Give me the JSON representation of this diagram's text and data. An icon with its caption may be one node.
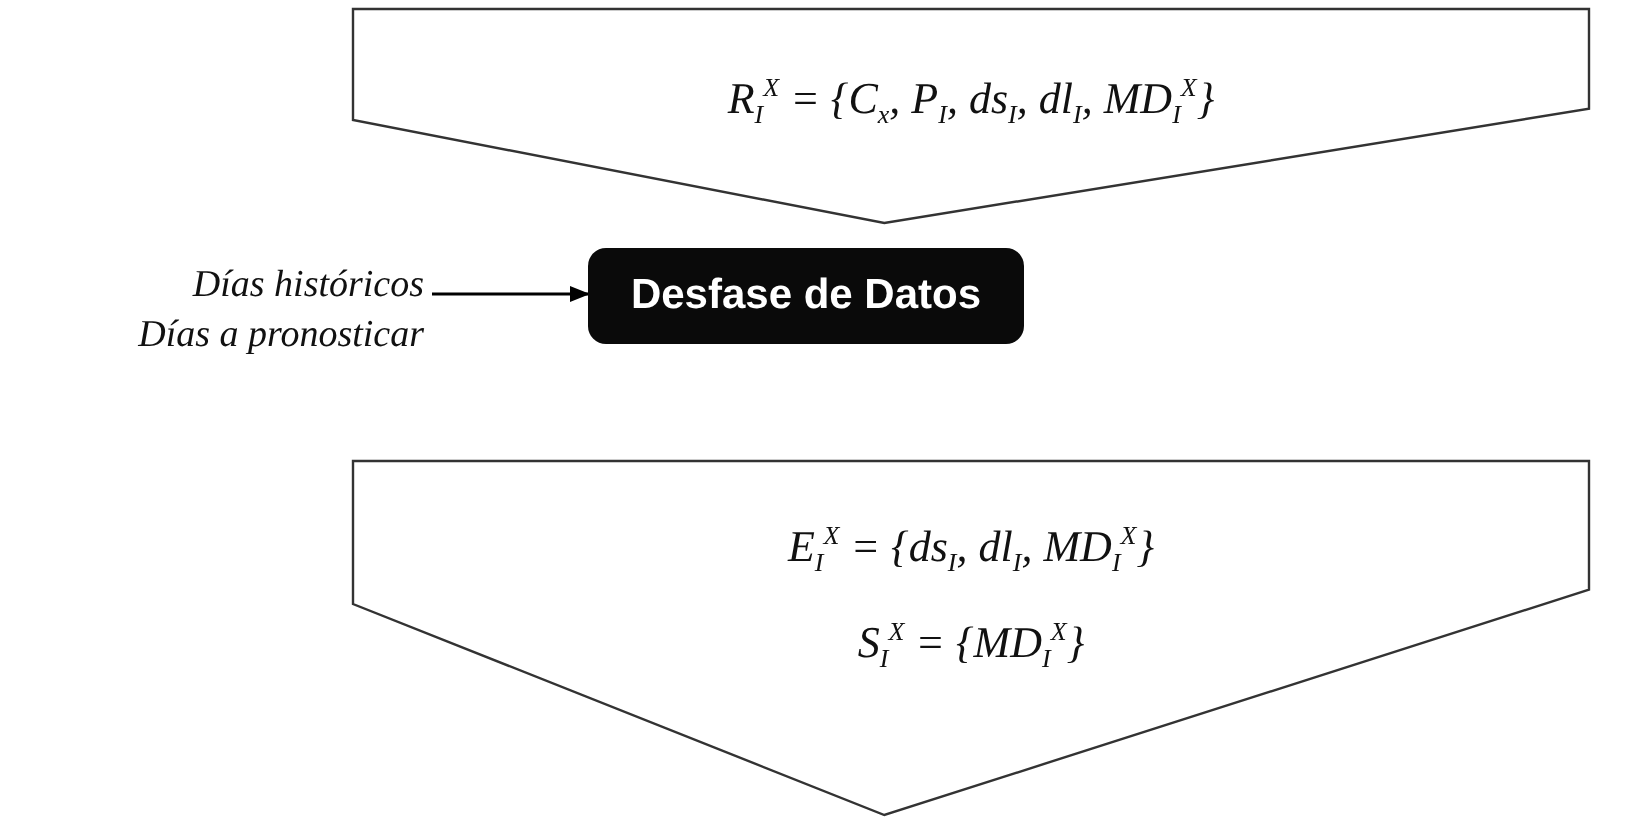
{
  "diagram": {
    "nodes": [
      {
        "text": [
          "R$_{I}$$^{X}$ = {C$_{x}$, P$_{I}$, ds$_{I}$, dl$_{I}$, MD$_{I}$$^{X}$}"
        ]
      },
      {
        "text": [
          "Días históricos",
          "Días a pronosticar"
        ]
      },
      {
        "text": [
          "Desfase de Datos"
        ]
      },
      {
        "text": [
          "E$_{I}$$^{X}$ = {ds$_{I}$, dl$_{I}$, MD$_{I}$$^{X}$}",
          "S$_{I}$$^{X}$ = {MD$_{I}$$^{X}$}"
        ]
      }
    ],
    "edges": [
      {
        "from": 1,
        "to": 2,
        "arrow": "to"
      }
    ]
  }
}
